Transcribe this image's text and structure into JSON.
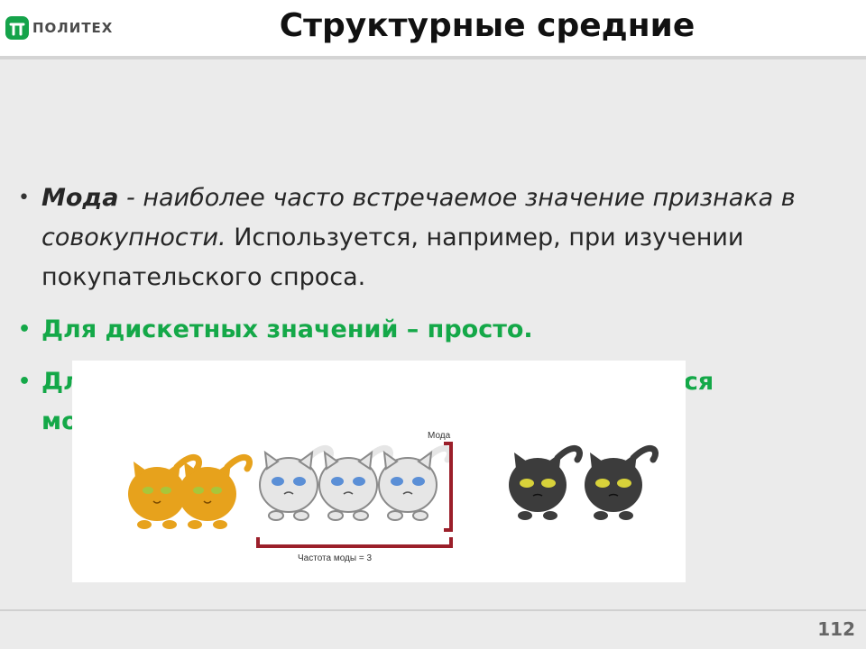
{
  "header": {
    "logo_text": "ПОЛИТЕХ",
    "title": "Структурные средние"
  },
  "bullets": [
    {
      "term": "Мода",
      "definition": " - наиболее часто встречаемое значение признака в совокупности.",
      "note": " Используется, например, при изучении покупательского спроса."
    },
    {
      "text": "Для дискетных значений – просто."
    },
    {
      "text_visible_start": "Дл",
      "text_visible_end": "ся",
      "text_line2_visible": "мо"
    }
  ],
  "figure": {
    "mode_label": "Мода",
    "frequency_label": "Частота моды = 3",
    "cats": [
      {
        "color": "orange",
        "count": 2
      },
      {
        "color": "white",
        "count": 3
      },
      {
        "color": "black",
        "count": 2
      }
    ]
  },
  "colors": {
    "accent_green": "#14a848",
    "bracket": "#9b1f2a",
    "orange_cat": "#e7a21c",
    "white_cat": "#e6e6e6",
    "black_cat": "#3c3c3c"
  },
  "footer": {
    "page_number": "112"
  }
}
